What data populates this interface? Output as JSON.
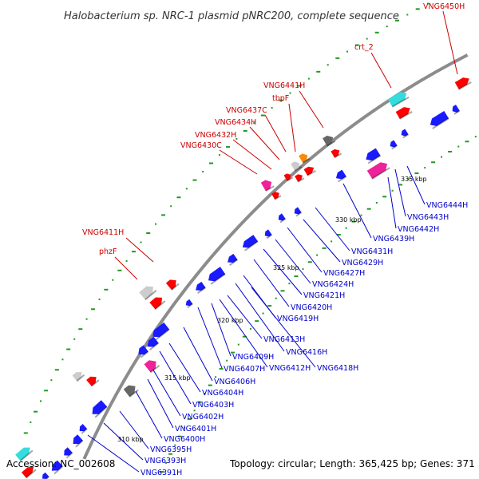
{
  "title": "Halobacterium sp. NRC-1 plasmid pNRC200, complete sequence",
  "footer": {
    "accession": "Accession: NC_002608",
    "topology": "Topology: circular; Length: 365,425 bp; Genes: 371"
  },
  "colors": {
    "forward_label": "#cc0000",
    "reverse_label": "#0000cc",
    "backbone": "#8c8c8c",
    "tick_dots": "#229922",
    "gene_blue": "#1a1aff",
    "gene_red": "#ff0000",
    "gene_pink": "#ee2299",
    "gene_cyan": "#33dddd",
    "gene_orange": "#ff8800",
    "gene_gray": "#666666",
    "gene_lightgray": "#cccccc"
  },
  "scale_ticks": [
    "310 kbp",
    "315 kbp",
    "320 kbp",
    "325 kbp",
    "330 kbp",
    "335 kbp"
  ],
  "forward_labels": [
    "VNG6450H",
    "crt_2",
    "VNG6441H",
    "tbpF",
    "VNG6437C",
    "VNG6434H",
    "VNG6432H",
    "VNG6430C",
    "VNG6411H",
    "phzF"
  ],
  "reverse_labels": [
    "VNG6444H",
    "VNG6443H",
    "VNG6442H",
    "VNG6439H",
    "VNG6431H",
    "VNG6429H",
    "VNG6427H",
    "VNG6424H",
    "VNG6421H",
    "VNG6420H",
    "VNG6419H",
    "VNG6418H",
    "VNG6416H",
    "VNG6413H",
    "VNG6412H",
    "VNG6409H",
    "VNG6407H",
    "VNG6406H",
    "VNG6404H",
    "VNG6403H",
    "VNG6402H",
    "VNG6401H",
    "VNG6400H",
    "VNG6395H",
    "VNG6393H",
    "VNG6391H"
  ]
}
